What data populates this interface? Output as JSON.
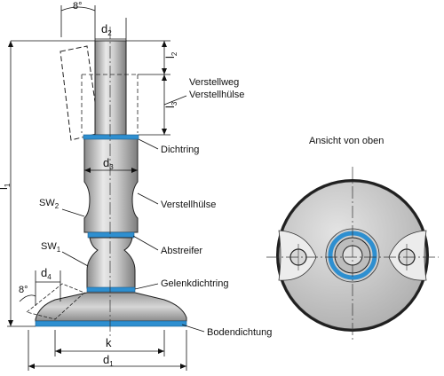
{
  "dimensions": {
    "angle_top": "8°",
    "d2": "d",
    "d2_sub": "2",
    "l2": "l",
    "l2_sub": "2",
    "l3": "l",
    "l3_sub": "3",
    "l1": "l",
    "l1_sub": "1",
    "d3": "d",
    "d3_sub": "3",
    "d4": "d",
    "d4_sub": "4",
    "angle_bottom": "8°",
    "k": "k",
    "d1": "d",
    "d1_sub": "1",
    "sw2": "SW",
    "sw2_sub": "2",
    "sw1": "SW",
    "sw1_sub": "1"
  },
  "labels": {
    "verstellweg": "Verstellweg",
    "verstellhuelse_top": "Verstellhülse",
    "dichtring": "Dichtring",
    "verstellhuelse": "Verstellhülse",
    "abstreifer": "Abstreifer",
    "gelenkdichtring": "Gelenkdichtring",
    "bodendichtung": "Bodendichtung",
    "ansicht": "Ansicht von oben"
  },
  "colors": {
    "seal_blue": "#2e8fd0",
    "body_gray": "#c4c4c4",
    "dark": "#1a1a1a"
  }
}
